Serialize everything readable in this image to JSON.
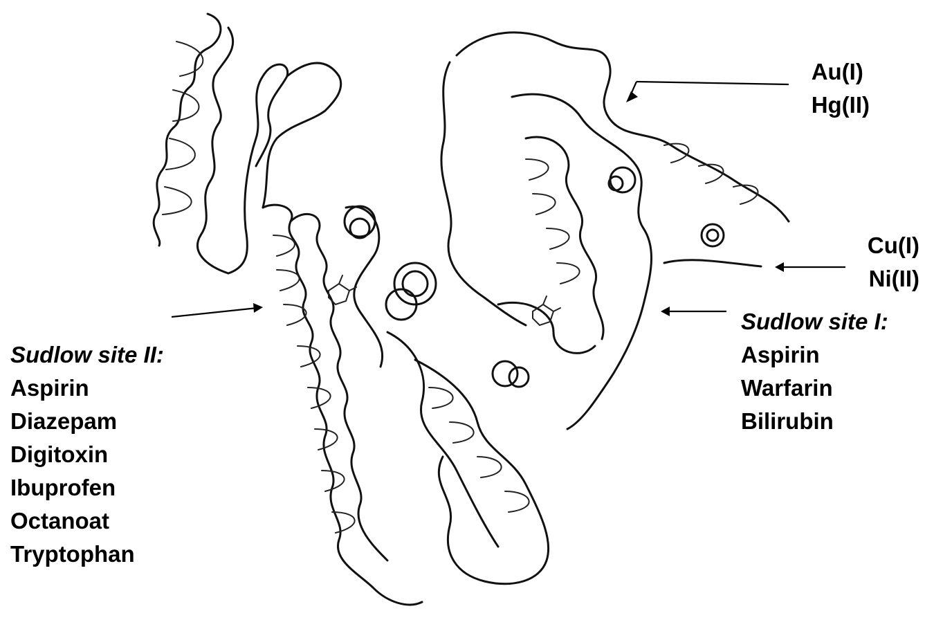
{
  "labels": {
    "sudlow_site_2": {
      "title": "Sudlow site II:",
      "items": [
        "Aspirin",
        "Diazepam",
        "Digitoxin",
        "Ibuprofen",
        "Octanoat",
        "Tryptophan"
      ]
    },
    "sudlow_site_1": {
      "title": "Sudlow site I:",
      "items": [
        "Aspirin",
        "Warfarin",
        "Bilirubin"
      ]
    },
    "metal_site_au_hg": [
      "Au(I)",
      "Hg(II)"
    ],
    "metal_site_cu_ni": [
      "Cu(I)",
      "Ni(II)"
    ]
  },
  "colors": {
    "line": "#111111",
    "background": "#ffffff"
  }
}
